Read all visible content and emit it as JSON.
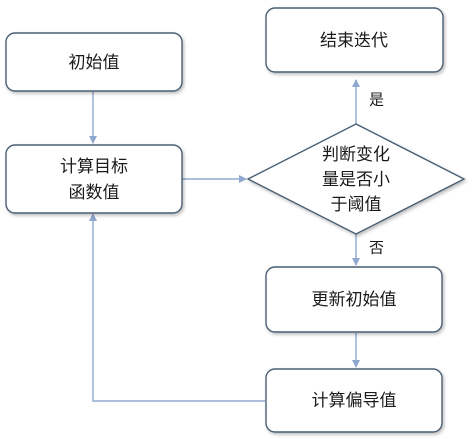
{
  "nodes": {
    "init_value": {
      "label": "初始值"
    },
    "compute_objective": {
      "lines": [
        "计算目标",
        "函数值"
      ]
    },
    "decision": {
      "lines": [
        "判断变化",
        "量是否小",
        "于阈值"
      ]
    },
    "end_iteration": {
      "label": "结束迭代"
    },
    "update_init_value": {
      "label": "更新初始值"
    },
    "compute_partial_derivative": {
      "label": "计算偏导值"
    }
  },
  "edges": {
    "yes_label": "是",
    "no_label": "否"
  },
  "colors": {
    "box_stroke": "#4a5e73",
    "edge_line": "#8fa8d0",
    "text": "#1a1a1a"
  }
}
